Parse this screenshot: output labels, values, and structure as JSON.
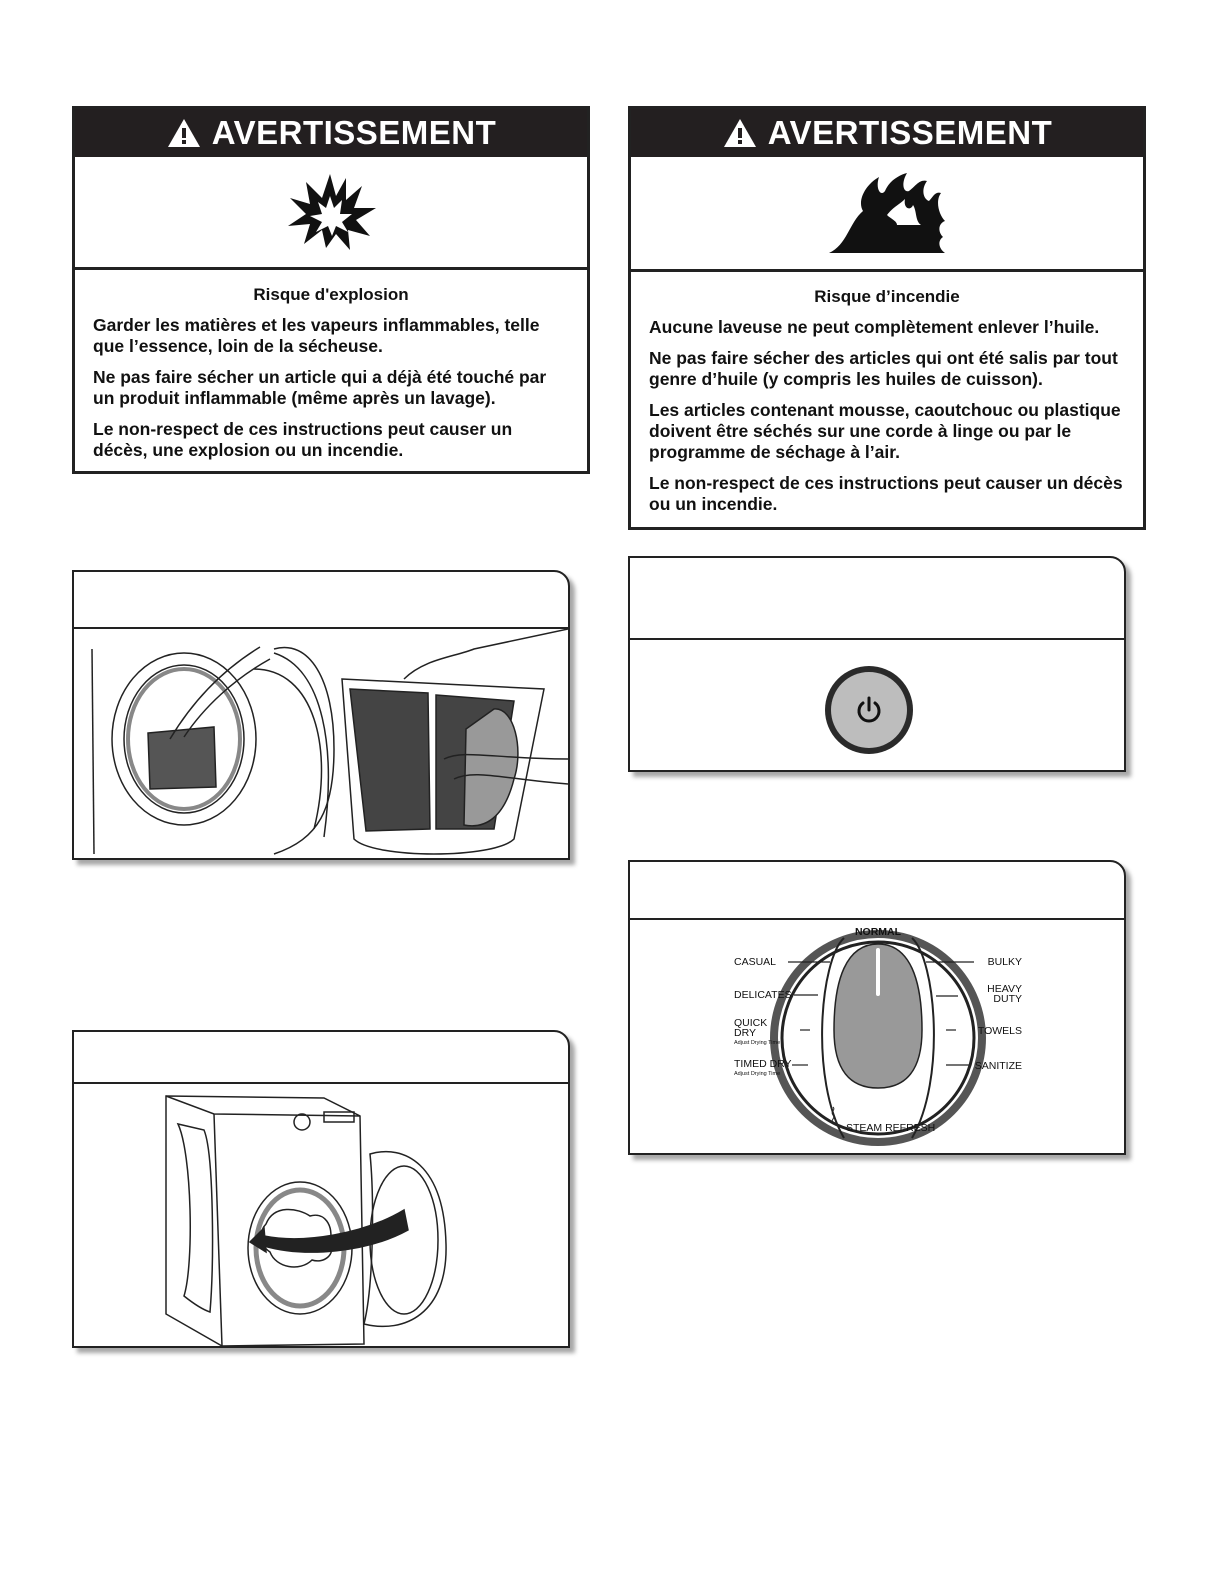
{
  "warning_left": {
    "header": "AVERTISSEMENT",
    "icon": "explosion-icon",
    "risk": "Risque d'explosion",
    "paragraphs": [
      "Garder les matières et les vapeurs inflammables, telle que l’essence, loin de la sécheuse.",
      "Ne pas faire sécher un article qui a déjà été touché par un produit inflammable (même après un lavage).",
      "Le non-respect de ces instructions peut causer un décès, une explosion ou un incendie."
    ]
  },
  "warning_right": {
    "header": "AVERTISSEMENT",
    "icon": "fire-icon",
    "risk": "Risque d’incendie",
    "paragraphs": [
      "Aucune laveuse ne peut complètement enlever l’huile.",
      "Ne pas faire sécher des articles qui ont été salis par tout genre d’huile (y compris les huiles de cuisson).",
      "Les articles contenant mousse, caoutchouc ou plastique doivent être séchés sur une corde à linge ou par le programme de séchage à l’air.",
      "Le non-respect de ces instructions peut causer un décès ou un incendie."
    ]
  },
  "power_icon": "power-icon",
  "dial": {
    "top": "NORMAL",
    "left": [
      {
        "label": "CASUAL",
        "sub": ""
      },
      {
        "label": "DELICATES",
        "sub": ""
      },
      {
        "label": "QUICK\nDRY",
        "sub": "Adjust Drying Time"
      },
      {
        "label": "TIMED DRY",
        "sub": "Adjust Drying Time"
      }
    ],
    "right": [
      "BULKY",
      "HEAVY\nDUTY",
      "TOWELS",
      "SANITIZE"
    ],
    "bottom": "STEAM REFRESH"
  }
}
